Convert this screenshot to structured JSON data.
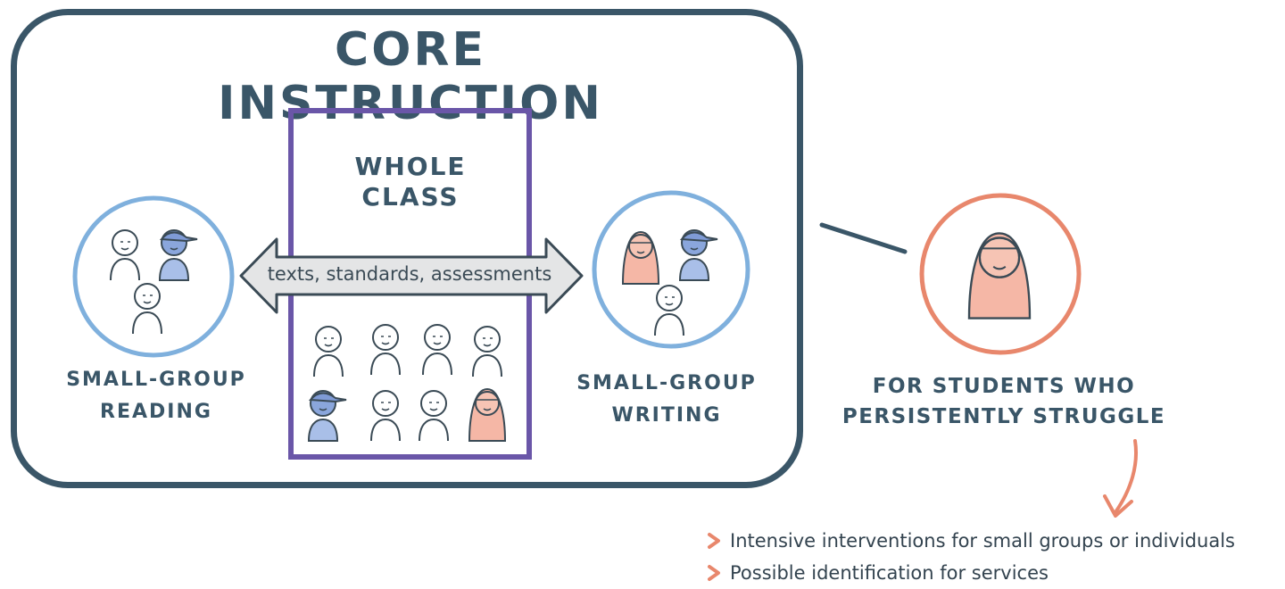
{
  "core": {
    "title": "CORE INSTRUCTION"
  },
  "whole_class": {
    "label_line1": "WHOLE",
    "label_line2": "CLASS"
  },
  "arrow": {
    "label": "texts, standards, assessments"
  },
  "small_group_reading": {
    "line1": "SMALL-GROUP",
    "line2": "READING"
  },
  "small_group_writing": {
    "line1": "SMALL-GROUP",
    "line2": "WRITING"
  },
  "struggle": {
    "line1": "FOR STUDENTS WHO",
    "line2": "PERSISTENTLY STRUGGLE"
  },
  "bullets": [
    {
      "text": "Intensive interventions for small groups or individuals"
    },
    {
      "text": "Possible identification for services"
    }
  ],
  "colors": {
    "core_border": "#3a5668",
    "whole_class_border": "#6a56a8",
    "small_group_circle": "#7fb0dd",
    "struggle_circle": "#e8876c",
    "accent_orange": "#e8876c",
    "blue_figure": "#8aa6dc",
    "pink_figure": "#f0a08a"
  }
}
